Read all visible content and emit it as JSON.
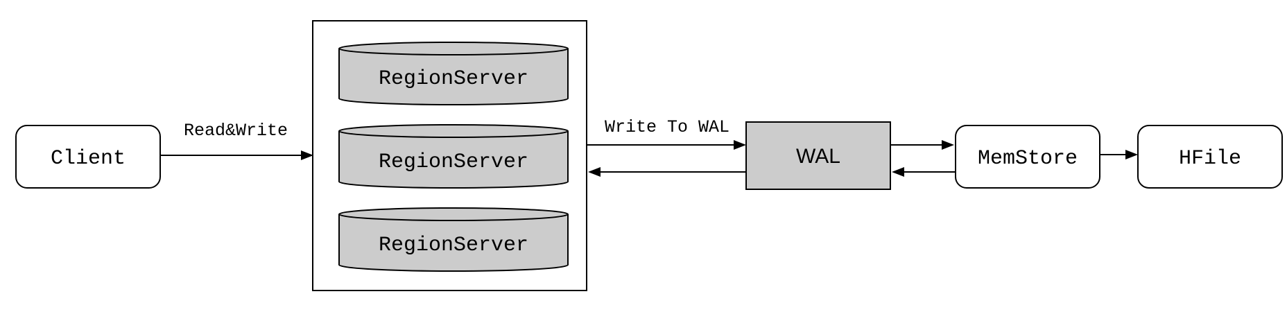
{
  "nodes": {
    "client": "Client",
    "region_servers": [
      "RegionServer",
      "RegionServer",
      "RegionServer"
    ],
    "wal": "WAL",
    "memstore": "MemStore",
    "hfile": "HFile"
  },
  "edges": {
    "client_to_cluster": "Read&Write",
    "cluster_to_wal": "Write To WAL"
  },
  "colors": {
    "stroke": "#000000",
    "fill_gray": "#cccccc",
    "background": "#ffffff"
  }
}
